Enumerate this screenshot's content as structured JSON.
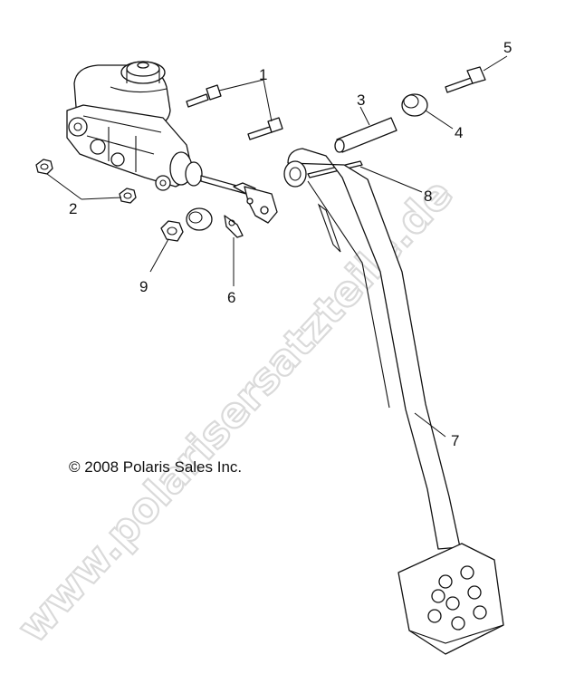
{
  "copyright": "© 2008 Polaris Sales Inc.",
  "watermark": "www.polarisersatzteile.de",
  "callouts": [
    {
      "id": "1",
      "label": "1"
    },
    {
      "id": "2",
      "label": "2"
    },
    {
      "id": "3",
      "label": "3"
    },
    {
      "id": "4",
      "label": "4"
    },
    {
      "id": "5",
      "label": "5"
    },
    {
      "id": "6",
      "label": "6"
    },
    {
      "id": "7",
      "label": "7"
    },
    {
      "id": "8",
      "label": "8"
    },
    {
      "id": "9",
      "label": "9"
    }
  ]
}
